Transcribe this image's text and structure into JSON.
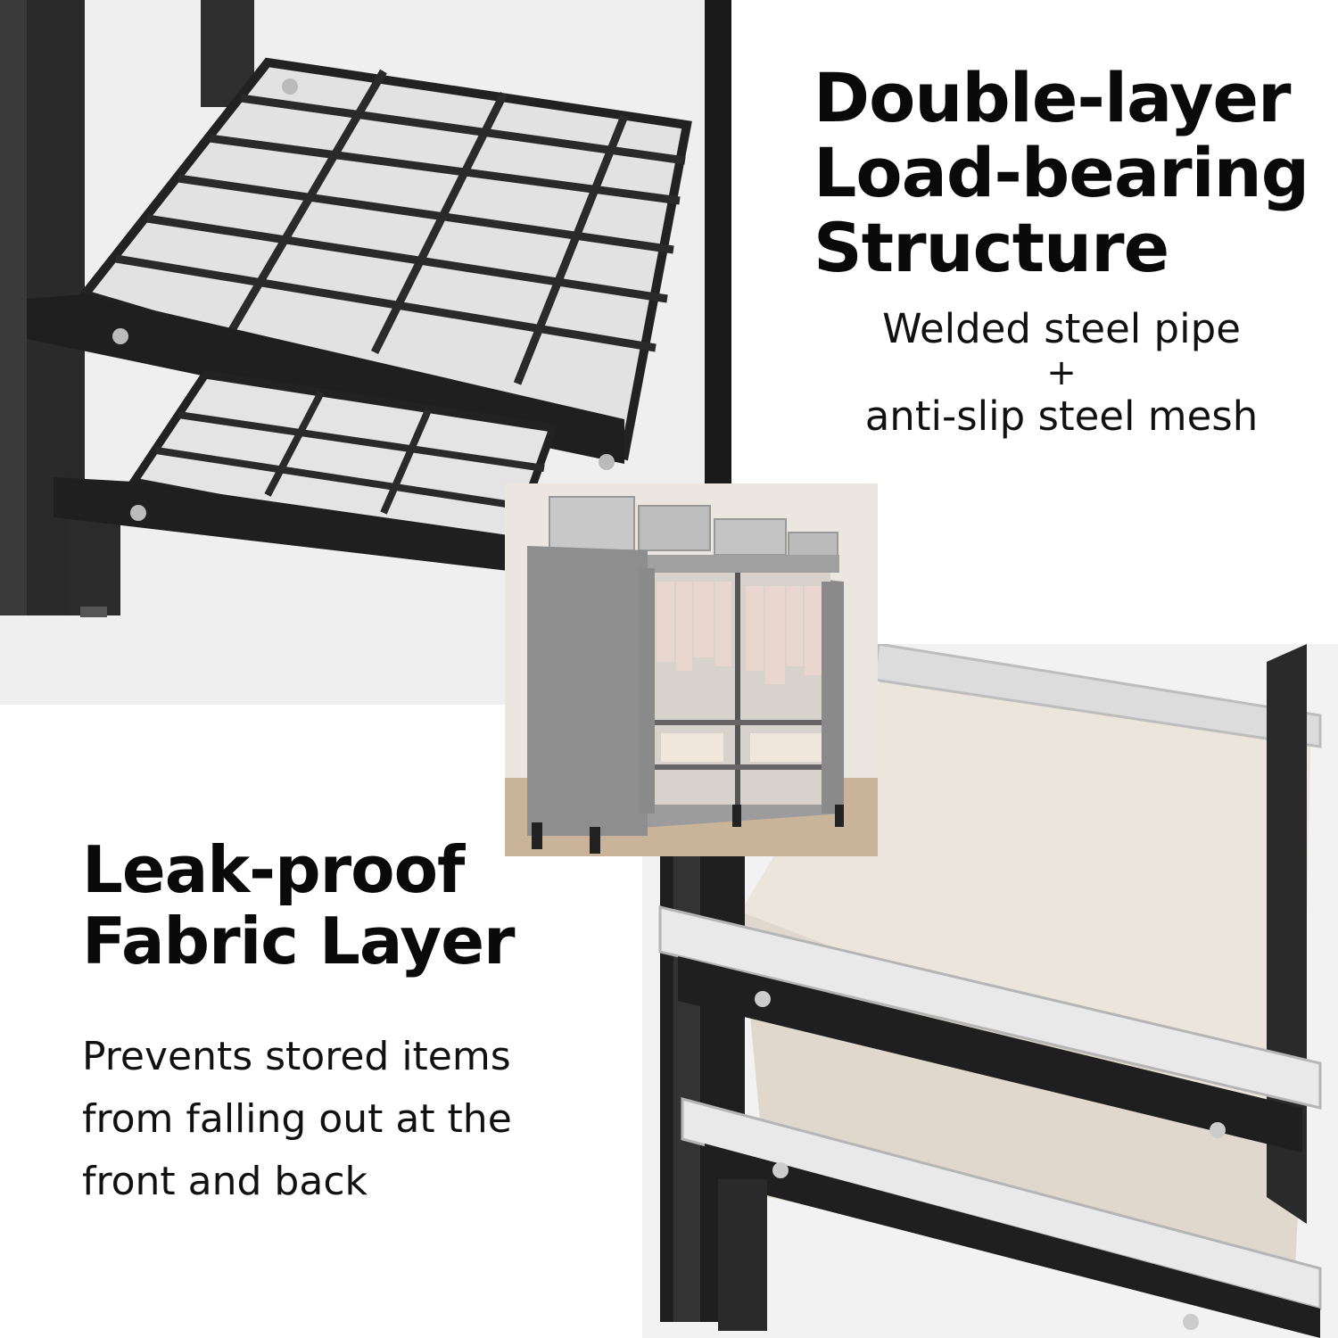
{
  "top_feature": {
    "headline_lines": [
      "Double-layer",
      "Load-bearing",
      "Structure"
    ],
    "detail_line_1": "Welded steel pipe",
    "detail_plus": "+",
    "detail_line_2": "anti-slip steel mesh"
  },
  "bottom_feature": {
    "headline_lines": [
      "Leak-proof",
      "Fabric Layer"
    ],
    "description_lines": [
      "Prevents stored items",
      "from falling out at the",
      "front and back"
    ]
  },
  "colors": {
    "frame_black": "#1e1e1e",
    "fabric_grey": "#9a9a9a",
    "fabric_beige": "#e6dfd4",
    "rail_silver": "#e8e8e8"
  }
}
